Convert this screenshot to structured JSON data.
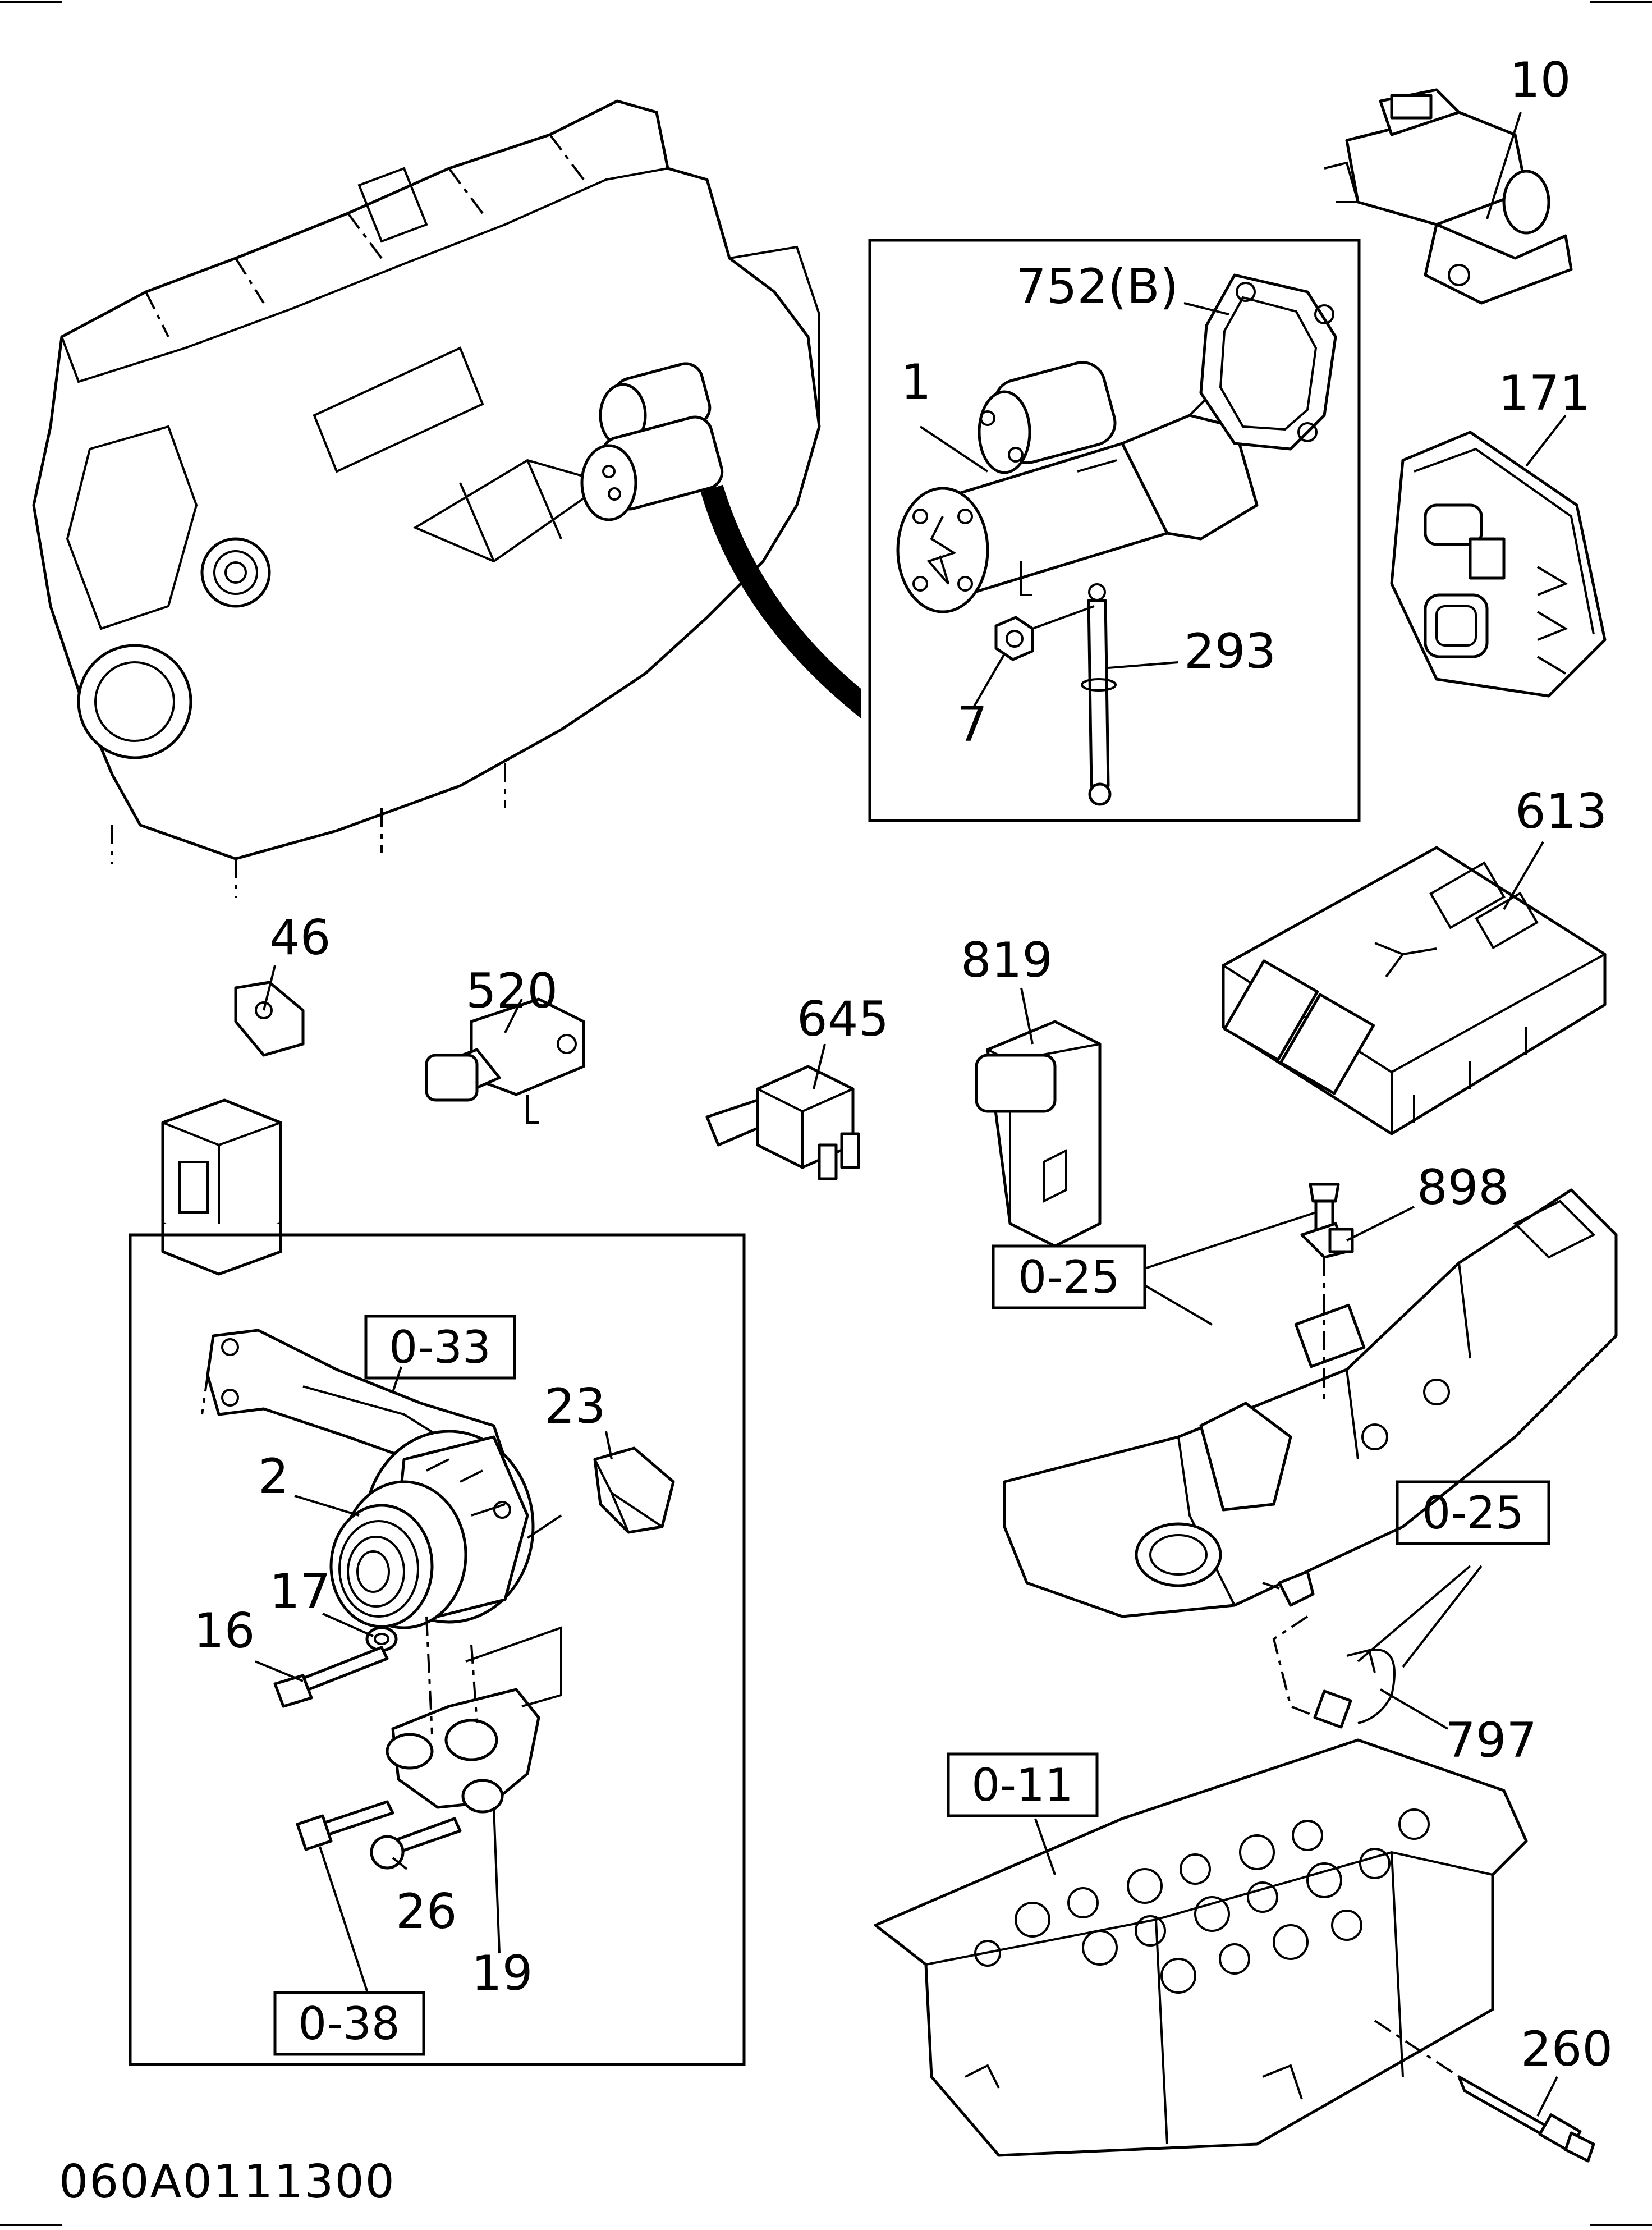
{
  "diagram": {
    "code": "060A0111300",
    "callouts": {
      "p10": "10",
      "p752b": "752(B)",
      "p1": "1",
      "p171": "171",
      "p293": "293",
      "p7": "7",
      "p613": "613",
      "p46": "46",
      "p520": "520",
      "p645": "645",
      "p819": "819",
      "p898": "898",
      "p2": "2",
      "p23": "23",
      "p17": "17",
      "p16": "16",
      "p26": "26",
      "p19": "19",
      "p797": "797",
      "p260": "260"
    },
    "refs": {
      "r033": "0-33",
      "r025a": "0-25",
      "r025b": "0-25",
      "r038": "0-38",
      "r011": "0-11"
    }
  }
}
